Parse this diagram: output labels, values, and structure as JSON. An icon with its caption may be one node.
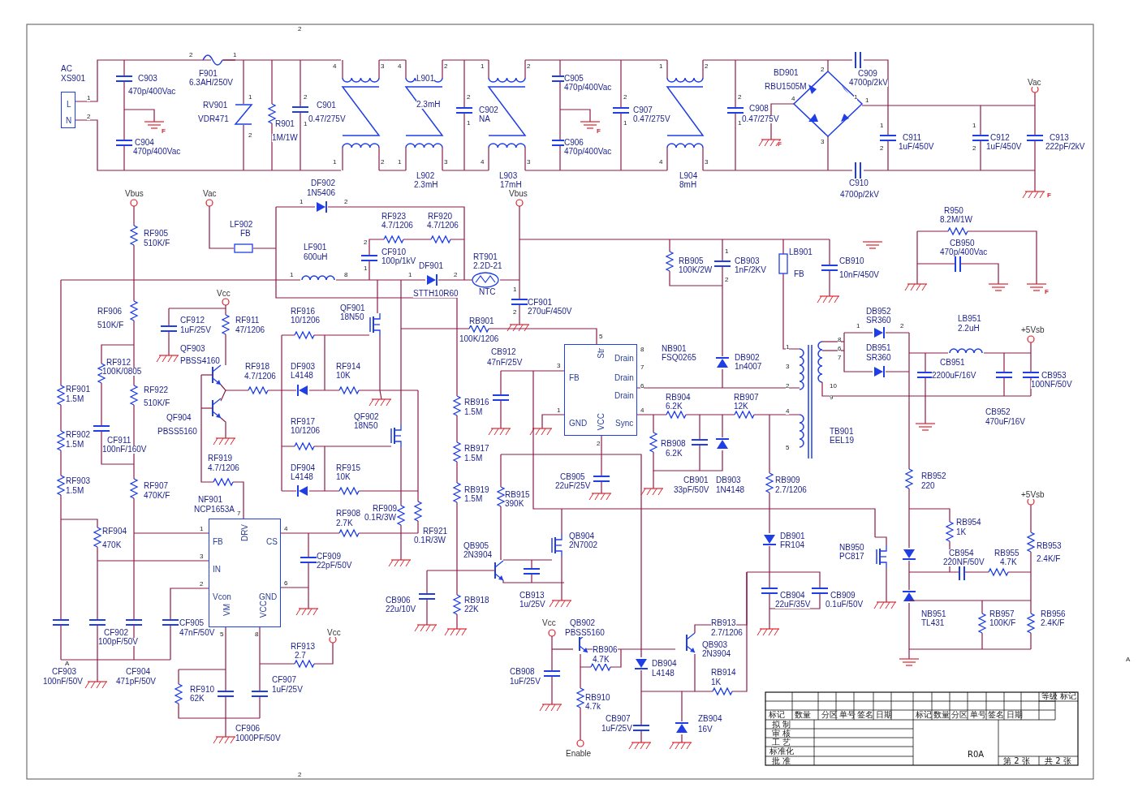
{
  "diagram": {
    "nodes": [
      {
        "text": [
          "L",
          "N"
        ]
      },
      {
        "text": [
          "FB",
          "DRV",
          "CS",
          "IN",
          "Vcon",
          "GND",
          "VM",
          "VCC"
        ],
        "beside": [
          "7",
          "1",
          "4",
          "3",
          "2",
          "6",
          "5",
          "8"
        ]
      },
      {
        "text": [
          "Str",
          "Drain",
          "FB",
          "Drain",
          "Drain",
          "GND",
          "VCC",
          "Sync"
        ],
        "beside": [
          "5",
          "8",
          "3",
          "7",
          "6",
          "1",
          "4",
          "2"
        ]
      }
    ],
    "labels": [
      "AC",
      "XS901",
      "1",
      "2",
      "C903",
      "470p/400Vac",
      "F",
      "C904",
      "470p/400Vac",
      "2",
      "F901",
      "6.3AH/250V",
      "1",
      "RV901",
      "VDR471",
      "1",
      "2",
      "R901",
      "1M/1W",
      "2",
      "C901",
      "0.47/275V",
      "1",
      "4",
      "3",
      "1",
      "2",
      "4",
      "L901",
      "2",
      "2.3mH",
      "1",
      "3",
      "L902",
      "2.3mH",
      "2",
      "C902",
      "NA",
      "1",
      "1",
      "2",
      "4",
      "3",
      "L903",
      "17mH",
      "C905",
      "470p/400Vac",
      "F",
      "C906",
      "470p/400Vac",
      "2",
      "C907",
      "0.47/275V",
      "1",
      "1",
      "2",
      "4",
      "3",
      "L904",
      "8mH",
      "2",
      "C908",
      "0.47/275V",
      "1",
      "BD901",
      "RBU1505M",
      "2",
      "4",
      "1",
      "1",
      "3",
      "F",
      "C909",
      "4700p/2kV",
      "Vac",
      "1",
      "C911",
      "1uF/450V",
      "2",
      "1",
      "C912",
      "1uF/450V",
      "2",
      "C913",
      "222pF/2kV",
      "C910",
      "4700p/2kV",
      "F",
      "Vbus",
      "Vac",
      "DF902",
      "1N5406",
      "1",
      "2",
      "RF905",
      "510K/F",
      "LF902",
      "FB",
      "RF923",
      "4.7/1206",
      "RF920",
      "4.7/1206",
      "Vbus",
      "LB901",
      "R950",
      "8.2M/1W",
      "2",
      "CF910",
      "100p/1kV",
      "1",
      "LF901",
      "600uH",
      "1",
      "8",
      "DF901",
      "1",
      "2",
      "RT901",
      "2.2D-21",
      "STTH10R60",
      "NTC",
      "RB905",
      "100K/2W",
      "1",
      "CB903",
      "1nF/2KV",
      "2",
      "FB",
      "CB910",
      "10nF/450V",
      "CB950",
      "470p/400Vac",
      "F",
      "1",
      "CF901",
      "270uF/450V",
      "2",
      "Vcc",
      "RF906",
      "510K/F",
      "CF912",
      "1uF/25V",
      "RF911",
      "47/1206",
      "RF916",
      "10/1206",
      "QF901",
      "18N50",
      "RB901",
      "100K/1206",
      "QF903",
      "CB912",
      "RF912",
      "PBSS4160",
      "47nF/25V",
      "100K/0805",
      "RF918",
      "4.7/1206",
      "DF903",
      "L4148",
      "RF914",
      "10K",
      "NB901",
      "FSQ0265",
      "DB902",
      "1n4007",
      "RF901",
      "1.5M",
      "RF922",
      "510K/F",
      "RB904",
      "6.2K",
      "RB907",
      "12K",
      "RB916",
      "1.5M",
      "QF904",
      "PBSS5160",
      "QF902",
      "18N50",
      "RF917",
      "10/1206",
      "TB901",
      "EEL19",
      "RF902",
      "1.5M",
      "CF911",
      "100nF/160V",
      "RB908",
      "6.2K",
      "RB917",
      "RF919",
      "1.5M",
      "4.7/1206",
      "DF904",
      "L4148",
      "RF915",
      "10K",
      "CB905",
      "22uF/25V",
      "CB901",
      "33pF/50V",
      "DB903",
      "1N4148",
      "RB909",
      "2.7/1206",
      "RF903",
      "1.5M",
      "RF907",
      "470K/F",
      "RB919",
      "1.5M",
      "RB915",
      "390K",
      "NF901",
      "NCP1653A",
      "RF909",
      "0.1R/3W",
      "RF908",
      "2.7K",
      "RF904",
      "470K",
      "RF921",
      "0.1R/3W",
      "QB904",
      "DB901",
      "QB905",
      "2N7002",
      "FR104",
      "NB950",
      "CF909",
      "2N3904",
      "PC817",
      "22pF/50V",
      "CB913",
      "1u/25V",
      "CB904",
      "22uF/35V",
      "CB909",
      "0.1uF/50V",
      "CB906",
      "22u/10V",
      "RB918",
      "22K",
      "CF905",
      "Vcc",
      "QB902",
      "RB913",
      "CF902",
      "47nF/50V",
      "Vcc",
      "PBSS5160",
      "2.7/1206",
      "100pF/50V",
      "RF913",
      "RB906",
      "QB903",
      "2.7",
      "4.7K",
      "2N3904",
      "A",
      "DB904",
      "CF903",
      "CF904",
      "CB908",
      "L4148",
      "RB914",
      "100nF/50V",
      "471pF/50V",
      "CF907",
      "1uF/25V",
      "1K",
      "RF910",
      "1uF/25V",
      "62K",
      "RB910",
      "4.7k",
      "CB907",
      "ZB904",
      "CF906",
      "1uF/25V",
      "16V",
      "1000PF/50V",
      "Enable",
      "DB952",
      "SR360",
      "LB951",
      "2.2uH",
      "+5Vsb",
      "8",
      "1",
      "2",
      "6",
      "7",
      "DB951",
      "SR360",
      "1",
      "3",
      "CB951",
      "2200uF/16V",
      "CB953",
      "100NF/50V",
      "2",
      "10",
      "9",
      "4",
      "CB952",
      "470uF/16V",
      "5",
      "RB952",
      "220",
      "+5Vsb",
      "RB954",
      "1K",
      "RB953",
      "2.4K/F",
      "CB954",
      "220NF/50V",
      "RB955",
      "4.7K",
      "NB951",
      "TL431",
      "RB957",
      "100K/F",
      "RB956",
      "2.4K/F",
      "2",
      "2",
      "A",
      "等级",
      "标记",
      "标记",
      "数量",
      "分区",
      "单号",
      "签名",
      "日期",
      "标记",
      "数量",
      "分区",
      "单号",
      "签名",
      "日期",
      "拟 制",
      "审 核",
      "工 艺",
      "标准化",
      "批 准",
      "R0A",
      "第 2 张",
      "共 2 张"
    ]
  }
}
